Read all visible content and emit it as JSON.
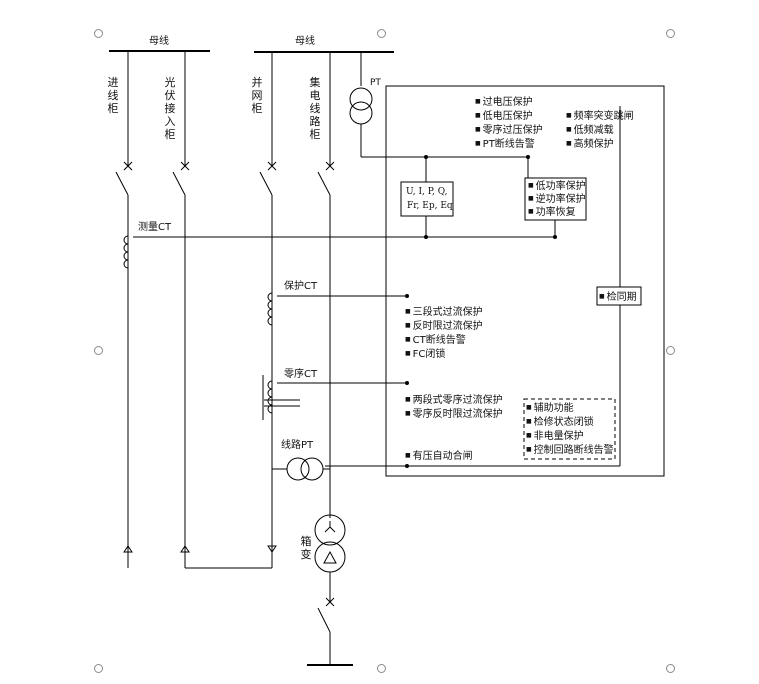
{
  "busbars": {
    "left": "母线",
    "right": "母线"
  },
  "feeders": [
    {
      "label": "进线柜"
    },
    {
      "label": "光伏接入柜"
    },
    {
      "label": "并网柜"
    },
    {
      "label": "集电线路柜"
    }
  ],
  "components": {
    "pt": "PT",
    "measure_ct": "测量CT",
    "protect_ct": "保护CT",
    "zero_ct": "零序CT",
    "line_pt": "线路PT",
    "box_transformer": "箱变"
  },
  "measurement_box": {
    "line1": "U, I, P, Q,",
    "line2": "Fr, Ep, Eq"
  },
  "voltage_protections": [
    "过电压保护",
    "低电压保护",
    "零序过压保护",
    "PT断线告警"
  ],
  "frequency_protections": [
    "频率突变跳闸",
    "低频减载",
    "高频保护"
  ],
  "power_protections": [
    "低功率保护",
    "逆功率保护",
    "功率恢复"
  ],
  "same_period": "检同期",
  "overcurrent_protections": [
    "三段式过流保护",
    "反时限过流保护",
    "CT断线告警",
    "FC闭锁"
  ],
  "zero_seq_protections": [
    "两段式零序过流保护",
    "零序反时限过流保护"
  ],
  "auto_reclose": "有压自动合闸",
  "aux_functions": [
    "辅助功能",
    "检修状态闭锁",
    "非电量保护",
    "控制回路断线告警"
  ]
}
